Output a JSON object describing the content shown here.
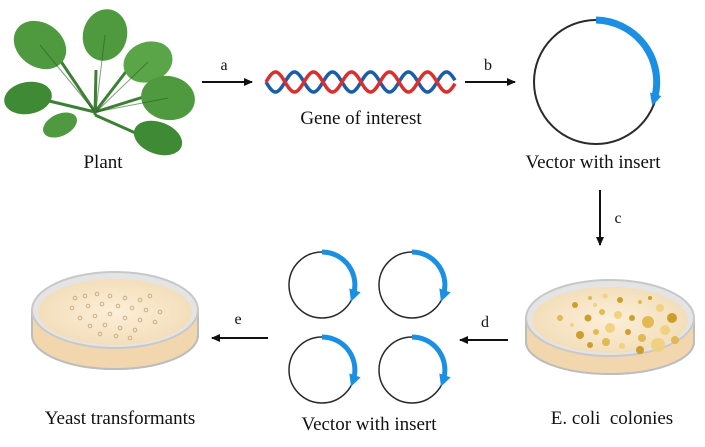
{
  "nodes": {
    "plant": {
      "label": "Plant"
    },
    "gene": {
      "label": "Gene of interest"
    },
    "vector": {
      "label": "Vector with insert"
    },
    "ecoli": {
      "label": "E. coli  colonies"
    },
    "vectors_multi": {
      "label": "Vector with insert"
    },
    "yeast": {
      "label": "Yeast transformants"
    }
  },
  "steps": {
    "a": "a",
    "b": "b",
    "c": "c",
    "d": "d",
    "e": "e"
  },
  "colors": {
    "leaf": "#4f9a3f",
    "leaf_dark": "#2f6d2a",
    "leaf_vein": "#2c5e22",
    "dna_blue": "#1c5da8",
    "dna_red": "#d9302f",
    "plasmid": "#2a2a2a",
    "insert": "#1a8fe3",
    "agar": "#f7e4c4",
    "dish_rim": "#d8d8d8",
    "colony": "#d9a92a",
    "arrow": "#111111"
  }
}
